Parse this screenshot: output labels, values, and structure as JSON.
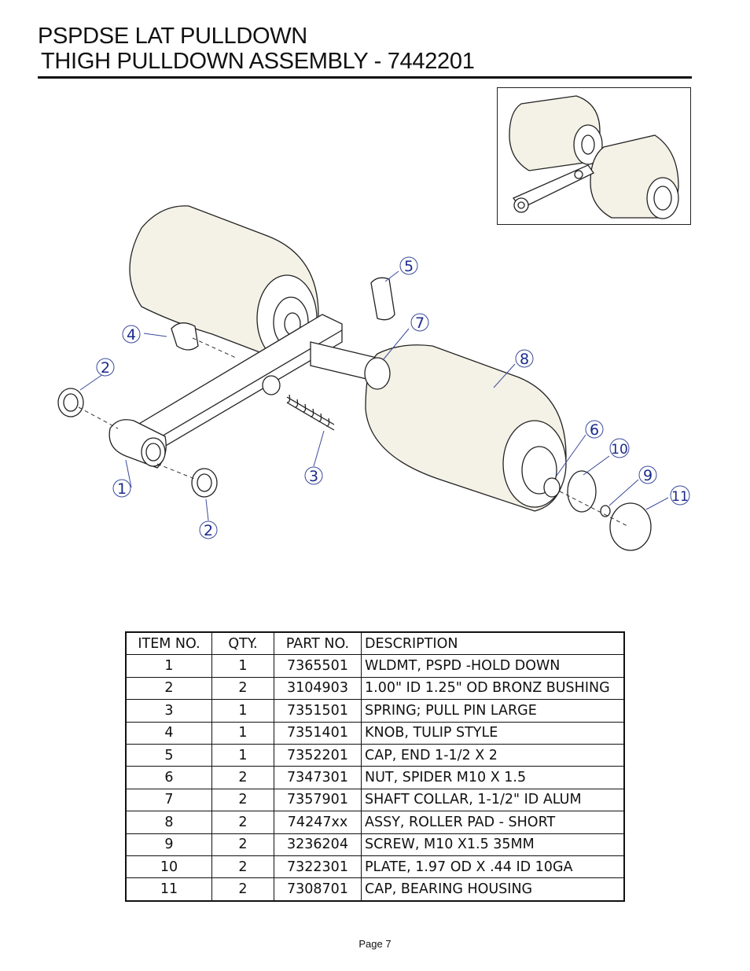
{
  "header": {
    "title_line1": "PSPDSE LAT PULLDOWN",
    "title_line2": "THIGH PULLDOWN ASSEMBLY - 7442201"
  },
  "callouts": [
    "1",
    "2",
    "2",
    "3",
    "4",
    "5",
    "6",
    "7",
    "8",
    "9",
    "10",
    "11"
  ],
  "table": {
    "headers": [
      "ITEM NO.",
      "QTY.",
      "PART NO.",
      "DESCRIPTION"
    ],
    "rows": [
      [
        "1",
        "1",
        "7365501",
        "WLDMT, PSPD -HOLD DOWN"
      ],
      [
        "2",
        "2",
        "3104903",
        "1.00\" ID 1.25\" OD BRONZ BUSHING"
      ],
      [
        "3",
        "1",
        "7351501",
        "SPRING; PULL PIN LARGE"
      ],
      [
        "4",
        "1",
        "7351401",
        "KNOB, TULIP STYLE"
      ],
      [
        "5",
        "1",
        "7352201",
        "CAP, END 1-1/2 X 2"
      ],
      [
        "6",
        "2",
        "7347301",
        "NUT, SPIDER M10 X 1.5"
      ],
      [
        "7",
        "2",
        "7357901",
        "SHAFT COLLAR, 1-1/2\" ID ALUM"
      ],
      [
        "8",
        "2",
        "74247xx",
        "ASSY, ROLLER PAD - SHORT"
      ],
      [
        "9",
        "2",
        "3236204",
        "SCREW, M10 X1.5 35MM"
      ],
      [
        "10",
        "2",
        "7322301",
        "PLATE, 1.97 OD X .44 ID 10GA"
      ],
      [
        "11",
        "2",
        "7308701",
        "CAP, BEARING HOUSING"
      ]
    ]
  },
  "footer": {
    "page_label": "Page 7"
  }
}
